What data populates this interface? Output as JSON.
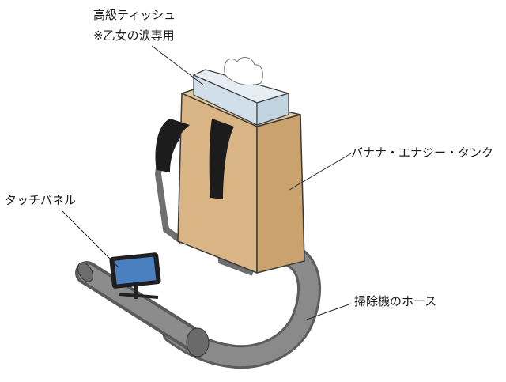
{
  "labels": {
    "tissue_line1": "高級ティッシュ",
    "tissue_line2": "※乙女の涙専用",
    "tank": "バナナ・エナジー・タンク",
    "touch_panel": "タッチパネル",
    "hose": "掃除機のホース"
  },
  "colors": {
    "box": "#d9b585",
    "box_side": "#c9a26e",
    "box_top": "#e3c79b",
    "strap": "#1f1f1f",
    "strap_gray": "#6f6f6f",
    "hose": "#8a8a8a",
    "hose_dark": "#5c5c5c",
    "tissue_box": "#d8e6ef",
    "screen": "#4a7fc0"
  }
}
